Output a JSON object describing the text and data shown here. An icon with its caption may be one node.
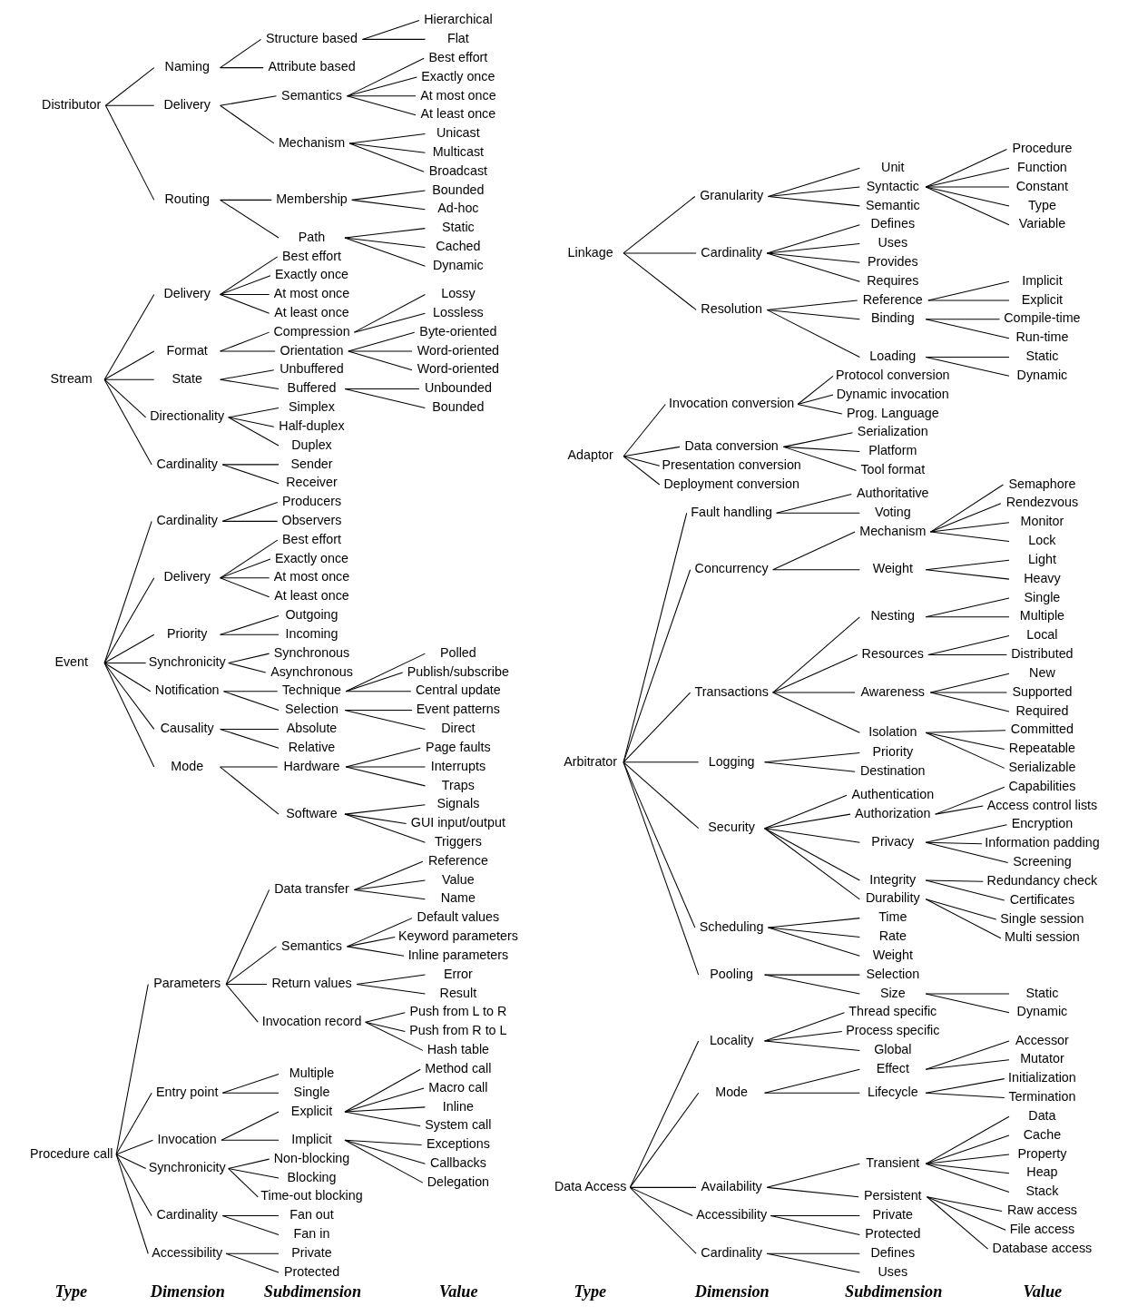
{
  "diagram": {
    "nodes": [
      {
        "text": [
          "Procedure call"
        ]
      },
      {
        "text": [
          "Parameters"
        ]
      },
      {
        "text": [
          "Data transfer"
        ]
      },
      {
        "text": [
          "Reference"
        ]
      },
      {
        "text": [
          "Value"
        ]
      },
      {
        "text": [
          "Name"
        ]
      },
      {
        "text": [
          "Semantics"
        ]
      },
      {
        "text": [
          "Default values"
        ]
      },
      {
        "text": [
          "Keyword parameters"
        ]
      },
      {
        "text": [
          "Inline parameters"
        ]
      },
      {
        "text": [
          "Return values"
        ]
      },
      {
        "text": [
          "Error"
        ]
      },
      {
        "text": [
          "Result"
        ]
      },
      {
        "text": [
          "Invocation record"
        ]
      },
      {
        "text": [
          "Push from L to R"
        ]
      },
      {
        "text": [
          "Push from R to L"
        ]
      },
      {
        "text": [
          "Hash table"
        ]
      },
      {
        "text": [
          "Entry point"
        ]
      },
      {
        "text": [
          "Multiple"
        ]
      },
      {
        "text": [
          "Single"
        ]
      },
      {
        "text": [
          "Invocation"
        ]
      },
      {
        "text": [
          "Explicit"
        ]
      },
      {
        "text": [
          "Method call"
        ]
      },
      {
        "text": [
          "Macro call"
        ]
      },
      {
        "text": [
          "Inline"
        ]
      },
      {
        "text": [
          "System call"
        ]
      },
      {
        "text": [
          "Implicit"
        ]
      },
      {
        "text": [
          "Exceptions"
        ]
      },
      {
        "text": [
          "Callbacks"
        ]
      },
      {
        "text": [
          "Delegation"
        ]
      },
      {
        "text": [
          "Synchronicity"
        ]
      },
      {
        "text": [
          "Non-blocking"
        ]
      },
      {
        "text": [
          "Blocking"
        ]
      },
      {
        "text": [
          "Time-out blocking"
        ]
      },
      {
        "text": [
          "Cardinality"
        ]
      },
      {
        "text": [
          "Fan out"
        ]
      },
      {
        "text": [
          "Fan in"
        ]
      },
      {
        "text": [
          "Accessibility"
        ]
      },
      {
        "text": [
          "Private"
        ]
      },
      {
        "text": [
          "Protected"
        ]
      },
      {
        "text": [
          "Event"
        ]
      },
      {
        "text": [
          "Cardinality"
        ]
      },
      {
        "text": [
          "Producers"
        ]
      },
      {
        "text": [
          "Observers"
        ]
      },
      {
        "text": [
          "Delivery"
        ]
      },
      {
        "text": [
          "Best effort"
        ]
      },
      {
        "text": [
          "Exactly once"
        ]
      },
      {
        "text": [
          "At most once"
        ]
      },
      {
        "text": [
          "At least once"
        ]
      },
      {
        "text": [
          "Priority"
        ]
      },
      {
        "text": [
          "Outgoing"
        ]
      },
      {
        "text": [
          "Incoming"
        ]
      },
      {
        "text": [
          "Synchronicity"
        ]
      },
      {
        "text": [
          "Synchronous"
        ]
      },
      {
        "text": [
          "Asynchronous"
        ]
      },
      {
        "text": [
          "Notification"
        ]
      },
      {
        "text": [
          "Technique"
        ]
      },
      {
        "text": [
          "Polled"
        ]
      },
      {
        "text": [
          "Publish/subscribe"
        ]
      },
      {
        "text": [
          "Central update"
        ]
      },
      {
        "text": [
          "Selection"
        ]
      },
      {
        "text": [
          "Event patterns"
        ]
      },
      {
        "text": [
          "Direct"
        ]
      },
      {
        "text": [
          "Causality"
        ]
      },
      {
        "text": [
          "Absolute"
        ]
      },
      {
        "text": [
          "Relative"
        ]
      },
      {
        "text": [
          "Mode"
        ]
      },
      {
        "text": [
          "Hardware"
        ]
      },
      {
        "text": [
          "Page faults"
        ]
      },
      {
        "text": [
          "Interrupts"
        ]
      },
      {
        "text": [
          "Traps"
        ]
      },
      {
        "text": [
          "Software"
        ]
      },
      {
        "text": [
          "Signals"
        ]
      },
      {
        "text": [
          "GUI input/output"
        ]
      },
      {
        "text": [
          "Triggers"
        ]
      },
      {
        "text": [
          "Stream"
        ]
      },
      {
        "text": [
          "Delivery"
        ]
      },
      {
        "text": [
          "Best effort"
        ]
      },
      {
        "text": [
          "Exactly once"
        ]
      },
      {
        "text": [
          "At most once"
        ]
      },
      {
        "text": [
          "At least once"
        ]
      },
      {
        "text": [
          "Format"
        ]
      },
      {
        "text": [
          "Compression"
        ]
      },
      {
        "text": [
          "Lossy"
        ]
      },
      {
        "text": [
          "Lossless"
        ]
      },
      {
        "text": [
          "Orientation"
        ]
      },
      {
        "text": [
          "Byte-oriented"
        ]
      },
      {
        "text": [
          "Word-oriented"
        ]
      },
      {
        "text": [
          "Word-oriented"
        ]
      },
      {
        "text": [
          "State"
        ]
      },
      {
        "text": [
          "Unbuffered"
        ]
      },
      {
        "text": [
          "Buffered"
        ]
      },
      {
        "text": [
          "Unbounded"
        ]
      },
      {
        "text": [
          "Bounded"
        ]
      },
      {
        "text": [
          "Directionality"
        ]
      },
      {
        "text": [
          "Simplex"
        ]
      },
      {
        "text": [
          "Half-duplex"
        ]
      },
      {
        "text": [
          "Duplex"
        ]
      },
      {
        "text": [
          "Cardinality"
        ]
      },
      {
        "text": [
          "Sender"
        ]
      },
      {
        "text": [
          "Receiver"
        ]
      },
      {
        "text": [
          "Distributor"
        ]
      },
      {
        "text": [
          "Naming"
        ]
      },
      {
        "text": [
          "Structure based"
        ]
      },
      {
        "text": [
          "Hierarchical"
        ]
      },
      {
        "text": [
          "Flat"
        ]
      },
      {
        "text": [
          "Attribute based"
        ]
      },
      {
        "text": [
          "Delivery"
        ]
      },
      {
        "text": [
          "Semantics"
        ]
      },
      {
        "text": [
          "Best effort"
        ]
      },
      {
        "text": [
          "Exactly once"
        ]
      },
      {
        "text": [
          "At most once"
        ]
      },
      {
        "text": [
          "At least once"
        ]
      },
      {
        "text": [
          "Mechanism"
        ]
      },
      {
        "text": [
          "Unicast"
        ]
      },
      {
        "text": [
          "Multicast"
        ]
      },
      {
        "text": [
          "Broadcast"
        ]
      },
      {
        "text": [
          "Routing"
        ]
      },
      {
        "text": [
          "Membership"
        ]
      },
      {
        "text": [
          "Bounded"
        ]
      },
      {
        "text": [
          "Ad-hoc"
        ]
      },
      {
        "text": [
          "Path"
        ]
      },
      {
        "text": [
          "Static"
        ]
      },
      {
        "text": [
          "Cached"
        ]
      },
      {
        "text": [
          "Dynamic"
        ]
      },
      {
        "text": [
          "Data Access"
        ]
      },
      {
        "text": [
          "Locality"
        ]
      },
      {
        "text": [
          "Thread specific"
        ]
      },
      {
        "text": [
          "Process specific"
        ]
      },
      {
        "text": [
          "Global"
        ]
      },
      {
        "text": [
          "Mode"
        ]
      },
      {
        "text": [
          "Effect"
        ]
      },
      {
        "text": [
          "Accessor"
        ]
      },
      {
        "text": [
          "Mutator"
        ]
      },
      {
        "text": [
          "Lifecycle"
        ]
      },
      {
        "text": [
          "Initialization"
        ]
      },
      {
        "text": [
          "Termination"
        ]
      },
      {
        "text": [
          "Availability"
        ]
      },
      {
        "text": [
          "Transient"
        ]
      },
      {
        "text": [
          "Data"
        ]
      },
      {
        "text": [
          "Cache"
        ]
      },
      {
        "text": [
          "Property"
        ]
      },
      {
        "text": [
          "Heap"
        ]
      },
      {
        "text": [
          "Stack"
        ]
      },
      {
        "text": [
          "Persistent"
        ]
      },
      {
        "text": [
          "Raw access"
        ]
      },
      {
        "text": [
          "File access"
        ]
      },
      {
        "text": [
          "Database access"
        ]
      },
      {
        "text": [
          "Accessibility"
        ]
      },
      {
        "text": [
          "Private"
        ]
      },
      {
        "text": [
          "Protected"
        ]
      },
      {
        "text": [
          "Cardinality"
        ]
      },
      {
        "text": [
          "Defines"
        ]
      },
      {
        "text": [
          "Uses"
        ]
      },
      {
        "text": [
          "Arbitrator"
        ]
      },
      {
        "text": [
          "Fault handling"
        ]
      },
      {
        "text": [
          "Authoritative"
        ]
      },
      {
        "text": [
          "Voting"
        ]
      },
      {
        "text": [
          "Concurrency"
        ]
      },
      {
        "text": [
          "Mechanism"
        ]
      },
      {
        "text": [
          "Semaphore"
        ]
      },
      {
        "text": [
          "Rendezvous"
        ]
      },
      {
        "text": [
          "Monitor"
        ]
      },
      {
        "text": [
          "Lock"
        ]
      },
      {
        "text": [
          "Weight"
        ]
      },
      {
        "text": [
          "Light"
        ]
      },
      {
        "text": [
          "Heavy"
        ]
      },
      {
        "text": [
          "Transactions"
        ]
      },
      {
        "text": [
          "Nesting"
        ]
      },
      {
        "text": [
          "Single"
        ]
      },
      {
        "text": [
          "Multiple"
        ]
      },
      {
        "text": [
          "Resources"
        ]
      },
      {
        "text": [
          "Local"
        ]
      },
      {
        "text": [
          "Distributed"
        ]
      },
      {
        "text": [
          "Awareness"
        ]
      },
      {
        "text": [
          "New"
        ]
      },
      {
        "text": [
          "Supported"
        ]
      },
      {
        "text": [
          "Required"
        ]
      },
      {
        "text": [
          "Isolation"
        ]
      },
      {
        "text": [
          "Committed"
        ]
      },
      {
        "text": [
          "Repeatable"
        ]
      },
      {
        "text": [
          "Serializable"
        ]
      },
      {
        "text": [
          "Logging"
        ]
      },
      {
        "text": [
          "Priority"
        ]
      },
      {
        "text": [
          "Destination"
        ]
      },
      {
        "text": [
          "Security"
        ]
      },
      {
        "text": [
          "Authentication"
        ]
      },
      {
        "text": [
          "Authorization"
        ]
      },
      {
        "text": [
          "Capabilities"
        ]
      },
      {
        "text": [
          "Access control lists"
        ]
      },
      {
        "text": [
          "Privacy"
        ]
      },
      {
        "text": [
          "Encryption"
        ]
      },
      {
        "text": [
          "Information padding"
        ]
      },
      {
        "text": [
          "Screening"
        ]
      },
      {
        "text": [
          "Integrity"
        ]
      },
      {
        "text": [
          "Redundancy check"
        ]
      },
      {
        "text": [
          "Certificates"
        ]
      },
      {
        "text": [
          "Durability"
        ]
      },
      {
        "text": [
          "Single session"
        ]
      },
      {
        "text": [
          "Multi session"
        ]
      },
      {
        "text": [
          "Scheduling"
        ]
      },
      {
        "text": [
          "Time"
        ]
      },
      {
        "text": [
          "Rate"
        ]
      },
      {
        "text": [
          "Weight"
        ]
      },
      {
        "text": [
          "Pooling"
        ]
      },
      {
        "text": [
          "Selection"
        ]
      },
      {
        "text": [
          "Size"
        ]
      },
      {
        "text": [
          "Static"
        ]
      },
      {
        "text": [
          "Dynamic"
        ]
      },
      {
        "text": [
          "Adaptor"
        ]
      },
      {
        "text": [
          "Invocation conversion"
        ]
      },
      {
        "text": [
          "Protocol conversion"
        ]
      },
      {
        "text": [
          "Dynamic invocation"
        ]
      },
      {
        "text": [
          "Prog. Language"
        ]
      },
      {
        "text": [
          "Data conversion"
        ]
      },
      {
        "text": [
          "Serialization"
        ]
      },
      {
        "text": [
          "Platform"
        ]
      },
      {
        "text": [
          "Tool format"
        ]
      },
      {
        "text": [
          "Presentation conversion"
        ]
      },
      {
        "text": [
          "Deployment conversion"
        ]
      },
      {
        "text": [
          "Linkage"
        ]
      },
      {
        "text": [
          "Granularity"
        ]
      },
      {
        "text": [
          "Unit"
        ]
      },
      {
        "text": [
          "Syntactic"
        ]
      },
      {
        "text": [
          "Procedure"
        ]
      },
      {
        "text": [
          "Function"
        ]
      },
      {
        "text": [
          "Constant"
        ]
      },
      {
        "text": [
          "Type"
        ]
      },
      {
        "text": [
          "Variable"
        ]
      },
      {
        "text": [
          "Semantic"
        ]
      },
      {
        "text": [
          "Cardinality"
        ]
      },
      {
        "text": [
          "Defines"
        ]
      },
      {
        "text": [
          "Uses"
        ]
      },
      {
        "text": [
          "Provides"
        ]
      },
      {
        "text": [
          "Requires"
        ]
      },
      {
        "text": [
          "Resolution"
        ]
      },
      {
        "text": [
          "Reference"
        ]
      },
      {
        "text": [
          "Implicit"
        ]
      },
      {
        "text": [
          "Explicit"
        ]
      },
      {
        "text": [
          "Binding"
        ]
      },
      {
        "text": [
          "Compile-time"
        ]
      },
      {
        "text": [
          "Run-time"
        ]
      },
      {
        "text": [
          "Loading"
        ]
      },
      {
        "text": [
          "Static"
        ]
      },
      {
        "text": [
          "Dynamic"
        ]
      }
    ],
    "edges": [
      {
        "from": 0,
        "to": 1,
        "arrow": "none"
      },
      {
        "from": 1,
        "to": 2,
        "arrow": "none"
      },
      {
        "from": 2,
        "to": 3,
        "arrow": "none"
      },
      {
        "from": 2,
        "to": 4,
        "arrow": "none"
      },
      {
        "from": 2,
        "to": 5,
        "arrow": "none"
      },
      {
        "from": 1,
        "to": 6,
        "arrow": "none"
      },
      {
        "from": 6,
        "to": 7,
        "arrow": "none"
      },
      {
        "from": 6,
        "to": 8,
        "arrow": "none"
      },
      {
        "from": 6,
        "to": 9,
        "arrow": "none"
      },
      {
        "from": 1,
        "to": 10,
        "arrow": "none"
      },
      {
        "from": 10,
        "to": 11,
        "arrow": "none"
      },
      {
        "from": 10,
        "to": 12,
        "arrow": "none"
      },
      {
        "from": 1,
        "to": 13,
        "arrow": "none"
      },
      {
        "from": 13,
        "to": 14,
        "arrow": "none"
      },
      {
        "from": 13,
        "to": 15,
        "arrow": "none"
      },
      {
        "from": 13,
        "to": 16,
        "arrow": "none"
      },
      {
        "from": 0,
        "to": 17,
        "arrow": "none"
      },
      {
        "from": 17,
        "to": 18,
        "arrow": "none"
      },
      {
        "from": 17,
        "to": 19,
        "arrow": "none"
      },
      {
        "from": 0,
        "to": 20,
        "arrow": "none"
      },
      {
        "from": 20,
        "to": 21,
        "arrow": "none"
      },
      {
        "from": 21,
        "to": 22,
        "arrow": "none"
      },
      {
        "from": 21,
        "to": 23,
        "arrow": "none"
      },
      {
        "from": 21,
        "to": 24,
        "arrow": "none"
      },
      {
        "from": 21,
        "to": 25,
        "arrow": "none"
      },
      {
        "from": 20,
        "to": 26,
        "arrow": "none"
      },
      {
        "from": 26,
        "to": 27,
        "arrow": "none"
      },
      {
        "from": 26,
        "to": 28,
        "arrow": "none"
      },
      {
        "from": 26,
        "to": 29,
        "arrow": "none"
      },
      {
        "from": 0,
        "to": 30,
        "arrow": "none"
      },
      {
        "from": 30,
        "to": 31,
        "arrow": "none"
      },
      {
        "from": 30,
        "to": 32,
        "arrow": "none"
      },
      {
        "from": 30,
        "to": 33,
        "arrow": "none"
      },
      {
        "from": 0,
        "to": 34,
        "arrow": "none"
      },
      {
        "from": 34,
        "to": 35,
        "arrow": "none"
      },
      {
        "from": 34,
        "to": 36,
        "arrow": "none"
      },
      {
        "from": 0,
        "to": 37,
        "arrow": "none"
      },
      {
        "from": 37,
        "to": 38,
        "arrow": "none"
      },
      {
        "from": 37,
        "to": 39,
        "arrow": "none"
      },
      {
        "from": 40,
        "to": 41,
        "arrow": "none"
      },
      {
        "from": 41,
        "to": 42,
        "arrow": "none"
      },
      {
        "from": 41,
        "to": 43,
        "arrow": "none"
      },
      {
        "from": 40,
        "to": 44,
        "arrow": "none"
      },
      {
        "from": 44,
        "to": 45,
        "arrow": "none"
      },
      {
        "from": 44,
        "to": 46,
        "arrow": "none"
      },
      {
        "from": 44,
        "to": 47,
        "arrow": "none"
      },
      {
        "from": 44,
        "to": 48,
        "arrow": "none"
      },
      {
        "from": 40,
        "to": 49,
        "arrow": "none"
      },
      {
        "from": 49,
        "to": 50,
        "arrow": "none"
      },
      {
        "from": 49,
        "to": 51,
        "arrow": "none"
      },
      {
        "from": 40,
        "to": 52,
        "arrow": "none"
      },
      {
        "from": 52,
        "to": 53,
        "arrow": "none"
      },
      {
        "from": 52,
        "to": 54,
        "arrow": "none"
      },
      {
        "from": 40,
        "to": 55,
        "arrow": "none"
      },
      {
        "from": 55,
        "to": 56,
        "arrow": "none"
      },
      {
        "from": 56,
        "to": 57,
        "arrow": "none"
      },
      {
        "from": 56,
        "to": 58,
        "arrow": "none"
      },
      {
        "from": 56,
        "to": 59,
        "arrow": "none"
      },
      {
        "from": 55,
        "to": 60,
        "arrow": "none"
      },
      {
        "from": 60,
        "to": 61,
        "arrow": "none"
      },
      {
        "from": 60,
        "to": 62,
        "arrow": "none"
      },
      {
        "from": 40,
        "to": 63,
        "arrow": "none"
      },
      {
        "from": 63,
        "to": 64,
        "arrow": "none"
      },
      {
        "from": 63,
        "to": 65,
        "arrow": "none"
      },
      {
        "from": 40,
        "to": 66,
        "arrow": "none"
      },
      {
        "from": 66,
        "to": 67,
        "arrow": "none"
      },
      {
        "from": 67,
        "to": 68,
        "arrow": "none"
      },
      {
        "from": 67,
        "to": 69,
        "arrow": "none"
      },
      {
        "from": 67,
        "to": 70,
        "arrow": "none"
      },
      {
        "from": 66,
        "to": 71,
        "arrow": "none"
      },
      {
        "from": 71,
        "to": 72,
        "arrow": "none"
      },
      {
        "from": 71,
        "to": 73,
        "arrow": "none"
      },
      {
        "from": 71,
        "to": 74,
        "arrow": "none"
      },
      {
        "from": 75,
        "to": 76,
        "arrow": "none"
      },
      {
        "from": 76,
        "to": 77,
        "arrow": "none"
      },
      {
        "from": 76,
        "to": 78,
        "arrow": "none"
      },
      {
        "from": 76,
        "to": 79,
        "arrow": "none"
      },
      {
        "from": 76,
        "to": 80,
        "arrow": "none"
      },
      {
        "from": 75,
        "to": 81,
        "arrow": "none"
      },
      {
        "from": 81,
        "to": 82,
        "arrow": "none"
      },
      {
        "from": 82,
        "to": 83,
        "arrow": "none"
      },
      {
        "from": 82,
        "to": 84,
        "arrow": "none"
      },
      {
        "from": 81,
        "to": 85,
        "arrow": "none"
      },
      {
        "from": 85,
        "to": 86,
        "arrow": "none"
      },
      {
        "from": 85,
        "to": 87,
        "arrow": "none"
      },
      {
        "from": 85,
        "to": 88,
        "arrow": "none"
      },
      {
        "from": 75,
        "to": 89,
        "arrow": "none"
      },
      {
        "from": 89,
        "to": 90,
        "arrow": "none"
      },
      {
        "from": 89,
        "to": 91,
        "arrow": "none"
      },
      {
        "from": 91,
        "to": 92,
        "arrow": "none"
      },
      {
        "from": 91,
        "to": 93,
        "arrow": "none"
      },
      {
        "from": 75,
        "to": 94,
        "arrow": "none"
      },
      {
        "from": 94,
        "to": 95,
        "arrow": "none"
      },
      {
        "from": 94,
        "to": 96,
        "arrow": "none"
      },
      {
        "from": 94,
        "to": 97,
        "arrow": "none"
      },
      {
        "from": 75,
        "to": 98,
        "arrow": "none"
      },
      {
        "from": 98,
        "to": 99,
        "arrow": "none"
      },
      {
        "from": 98,
        "to": 100,
        "arrow": "none"
      },
      {
        "from": 101,
        "to": 102,
        "arrow": "none"
      },
      {
        "from": 102,
        "to": 103,
        "arrow": "none"
      },
      {
        "from": 103,
        "to": 104,
        "arrow": "none"
      },
      {
        "from": 103,
        "to": 105,
        "arrow": "none"
      },
      {
        "from": 102,
        "to": 106,
        "arrow": "none"
      },
      {
        "from": 101,
        "to": 107,
        "arrow": "none"
      },
      {
        "from": 107,
        "to": 108,
        "arrow": "none"
      },
      {
        "from": 108,
        "to": 109,
        "arrow": "none"
      },
      {
        "from": 108,
        "to": 110,
        "arrow": "none"
      },
      {
        "from": 108,
        "to": 111,
        "arrow": "none"
      },
      {
        "from": 108,
        "to": 112,
        "arrow": "none"
      },
      {
        "from": 107,
        "to": 113,
        "arrow": "none"
      },
      {
        "from": 113,
        "to": 114,
        "arrow": "none"
      },
      {
        "from": 113,
        "to": 115,
        "arrow": "none"
      },
      {
        "from": 113,
        "to": 116,
        "arrow": "none"
      },
      {
        "from": 101,
        "to": 117,
        "arrow": "none"
      },
      {
        "from": 117,
        "to": 118,
        "arrow": "none"
      },
      {
        "from": 118,
        "to": 119,
        "arrow": "none"
      },
      {
        "from": 118,
        "to": 120,
        "arrow": "none"
      },
      {
        "from": 117,
        "to": 121,
        "arrow": "none"
      },
      {
        "from": 121,
        "to": 122,
        "arrow": "none"
      },
      {
        "from": 121,
        "to": 123,
        "arrow": "none"
      },
      {
        "from": 121,
        "to": 124,
        "arrow": "none"
      },
      {
        "from": 125,
        "to": 126,
        "arrow": "none"
      },
      {
        "from": 126,
        "to": 127,
        "arrow": "none"
      },
      {
        "from": 126,
        "to": 128,
        "arrow": "none"
      },
      {
        "from": 126,
        "to": 129,
        "arrow": "none"
      },
      {
        "from": 125,
        "to": 130,
        "arrow": "none"
      },
      {
        "from": 130,
        "to": 131,
        "arrow": "none"
      },
      {
        "from": 131,
        "to": 132,
        "arrow": "none"
      },
      {
        "from": 131,
        "to": 133,
        "arrow": "none"
      },
      {
        "from": 130,
        "to": 134,
        "arrow": "none"
      },
      {
        "from": 134,
        "to": 135,
        "arrow": "none"
      },
      {
        "from": 134,
        "to": 136,
        "arrow": "none"
      },
      {
        "from": 125,
        "to": 137,
        "arrow": "none"
      },
      {
        "from": 137,
        "to": 138,
        "arrow": "none"
      },
      {
        "from": 138,
        "to": 139,
        "arrow": "none"
      },
      {
        "from": 138,
        "to": 140,
        "arrow": "none"
      },
      {
        "from": 138,
        "to": 141,
        "arrow": "none"
      },
      {
        "from": 138,
        "to": 142,
        "arrow": "none"
      },
      {
        "from": 138,
        "to": 143,
        "arrow": "none"
      },
      {
        "from": 137,
        "to": 144,
        "arrow": "none"
      },
      {
        "from": 144,
        "to": 145,
        "arrow": "none"
      },
      {
        "from": 144,
        "to": 146,
        "arrow": "none"
      },
      {
        "from": 144,
        "to": 147,
        "arrow": "none"
      },
      {
        "from": 125,
        "to": 148,
        "arrow": "none"
      },
      {
        "from": 148,
        "to": 149,
        "arrow": "none"
      },
      {
        "from": 148,
        "to": 150,
        "arrow": "none"
      },
      {
        "from": 125,
        "to": 151,
        "arrow": "none"
      },
      {
        "from": 151,
        "to": 152,
        "arrow": "none"
      },
      {
        "from": 151,
        "to": 153,
        "arrow": "none"
      },
      {
        "from": 154,
        "to": 155,
        "arrow": "none"
      },
      {
        "from": 155,
        "to": 156,
        "arrow": "none"
      },
      {
        "from": 155,
        "to": 157,
        "arrow": "none"
      },
      {
        "from": 154,
        "to": 158,
        "arrow": "none"
      },
      {
        "from": 158,
        "to": 159,
        "arrow": "none"
      },
      {
        "from": 159,
        "to": 160,
        "arrow": "none"
      },
      {
        "from": 159,
        "to": 161,
        "arrow": "none"
      },
      {
        "from": 159,
        "to": 162,
        "arrow": "none"
      },
      {
        "from": 159,
        "to": 163,
        "arrow": "none"
      },
      {
        "from": 158,
        "to": 164,
        "arrow": "none"
      },
      {
        "from": 164,
        "to": 165,
        "arrow": "none"
      },
      {
        "from": 164,
        "to": 166,
        "arrow": "none"
      },
      {
        "from": 154,
        "to": 167,
        "arrow": "none"
      },
      {
        "from": 167,
        "to": 168,
        "arrow": "none"
      },
      {
        "from": 168,
        "to": 169,
        "arrow": "none"
      },
      {
        "from": 168,
        "to": 170,
        "arrow": "none"
      },
      {
        "from": 167,
        "to": 171,
        "arrow": "none"
      },
      {
        "from": 171,
        "to": 172,
        "arrow": "none"
      },
      {
        "from": 171,
        "to": 173,
        "arrow": "none"
      },
      {
        "from": 167,
        "to": 174,
        "arrow": "none"
      },
      {
        "from": 174,
        "to": 175,
        "arrow": "none"
      },
      {
        "from": 174,
        "to": 176,
        "arrow": "none"
      },
      {
        "from": 174,
        "to": 177,
        "arrow": "none"
      },
      {
        "from": 167,
        "to": 178,
        "arrow": "none"
      },
      {
        "from": 178,
        "to": 179,
        "arrow": "none"
      },
      {
        "from": 178,
        "to": 180,
        "arrow": "none"
      },
      {
        "from": 178,
        "to": 181,
        "arrow": "none"
      },
      {
        "from": 154,
        "to": 182,
        "arrow": "none"
      },
      {
        "from": 182,
        "to": 183,
        "arrow": "none"
      },
      {
        "from": 182,
        "to": 184,
        "arrow": "none"
      },
      {
        "from": 154,
        "to": 185,
        "arrow": "none"
      },
      {
        "from": 185,
        "to": 186,
        "arrow": "none"
      },
      {
        "from": 185,
        "to": 187,
        "arrow": "none"
      },
      {
        "from": 187,
        "to": 188,
        "arrow": "none"
      },
      {
        "from": 187,
        "to": 189,
        "arrow": "none"
      },
      {
        "from": 185,
        "to": 190,
        "arrow": "none"
      },
      {
        "from": 190,
        "to": 191,
        "arrow": "none"
      },
      {
        "from": 190,
        "to": 192,
        "arrow": "none"
      },
      {
        "from": 190,
        "to": 193,
        "arrow": "none"
      },
      {
        "from": 185,
        "to": 194,
        "arrow": "none"
      },
      {
        "from": 194,
        "to": 195,
        "arrow": "none"
      },
      {
        "from": 194,
        "to": 196,
        "arrow": "none"
      },
      {
        "from": 185,
        "to": 197,
        "arrow": "none"
      },
      {
        "from": 197,
        "to": 198,
        "arrow": "none"
      },
      {
        "from": 197,
        "to": 199,
        "arrow": "none"
      },
      {
        "from": 154,
        "to": 200,
        "arrow": "none"
      },
      {
        "from": 200,
        "to": 201,
        "arrow": "none"
      },
      {
        "from": 200,
        "to": 202,
        "arrow": "none"
      },
      {
        "from": 200,
        "to": 203,
        "arrow": "none"
      },
      {
        "from": 154,
        "to": 204,
        "arrow": "none"
      },
      {
        "from": 204,
        "to": 205,
        "arrow": "none"
      },
      {
        "from": 204,
        "to": 206,
        "arrow": "none"
      },
      {
        "from": 206,
        "to": 207,
        "arrow": "none"
      },
      {
        "from": 206,
        "to": 208,
        "arrow": "none"
      },
      {
        "from": 209,
        "to": 210,
        "arrow": "none"
      },
      {
        "from": 210,
        "to": 211,
        "arrow": "none"
      },
      {
        "from": 210,
        "to": 212,
        "arrow": "none"
      },
      {
        "from": 210,
        "to": 213,
        "arrow": "none"
      },
      {
        "from": 209,
        "to": 214,
        "arrow": "none"
      },
      {
        "from": 214,
        "to": 215,
        "arrow": "none"
      },
      {
        "from": 214,
        "to": 216,
        "arrow": "none"
      },
      {
        "from": 214,
        "to": 217,
        "arrow": "none"
      },
      {
        "from": 209,
        "to": 218,
        "arrow": "none"
      },
      {
        "from": 209,
        "to": 219,
        "arrow": "none"
      },
      {
        "from": 220,
        "to": 221,
        "arrow": "none"
      },
      {
        "from": 221,
        "to": 222,
        "arrow": "none"
      },
      {
        "from": 221,
        "to": 223,
        "arrow": "none"
      },
      {
        "from": 223,
        "to": 224,
        "arrow": "none"
      },
      {
        "from": 223,
        "to": 225,
        "arrow": "none"
      },
      {
        "from": 223,
        "to": 226,
        "arrow": "none"
      },
      {
        "from": 223,
        "to": 227,
        "arrow": "none"
      },
      {
        "from": 223,
        "to": 228,
        "arrow": "none"
      },
      {
        "from": 221,
        "to": 229,
        "arrow": "none"
      },
      {
        "from": 220,
        "to": 230,
        "arrow": "none"
      },
      {
        "from": 230,
        "to": 231,
        "arrow": "none"
      },
      {
        "from": 230,
        "to": 232,
        "arrow": "none"
      },
      {
        "from": 230,
        "to": 233,
        "arrow": "none"
      },
      {
        "from": 230,
        "to": 234,
        "arrow": "none"
      },
      {
        "from": 220,
        "to": 235,
        "arrow": "none"
      },
      {
        "from": 235,
        "to": 236,
        "arrow": "none"
      },
      {
        "from": 236,
        "to": 237,
        "arrow": "none"
      },
      {
        "from": 236,
        "to": 238,
        "arrow": "none"
      },
      {
        "from": 235,
        "to": 239,
        "arrow": "none"
      },
      {
        "from": 239,
        "to": 240,
        "arrow": "none"
      },
      {
        "from": 239,
        "to": 241,
        "arrow": "none"
      },
      {
        "from": 235,
        "to": 242,
        "arrow": "none"
      },
      {
        "from": 242,
        "to": 243,
        "arrow": "none"
      },
      {
        "from": 242,
        "to": 244,
        "arrow": "none"
      }
    ],
    "labels": [
      "Type",
      "Dimension",
      "Subdimension",
      "Value",
      "Type",
      "Dimension",
      "Subdimension",
      "Value"
    ]
  }
}
